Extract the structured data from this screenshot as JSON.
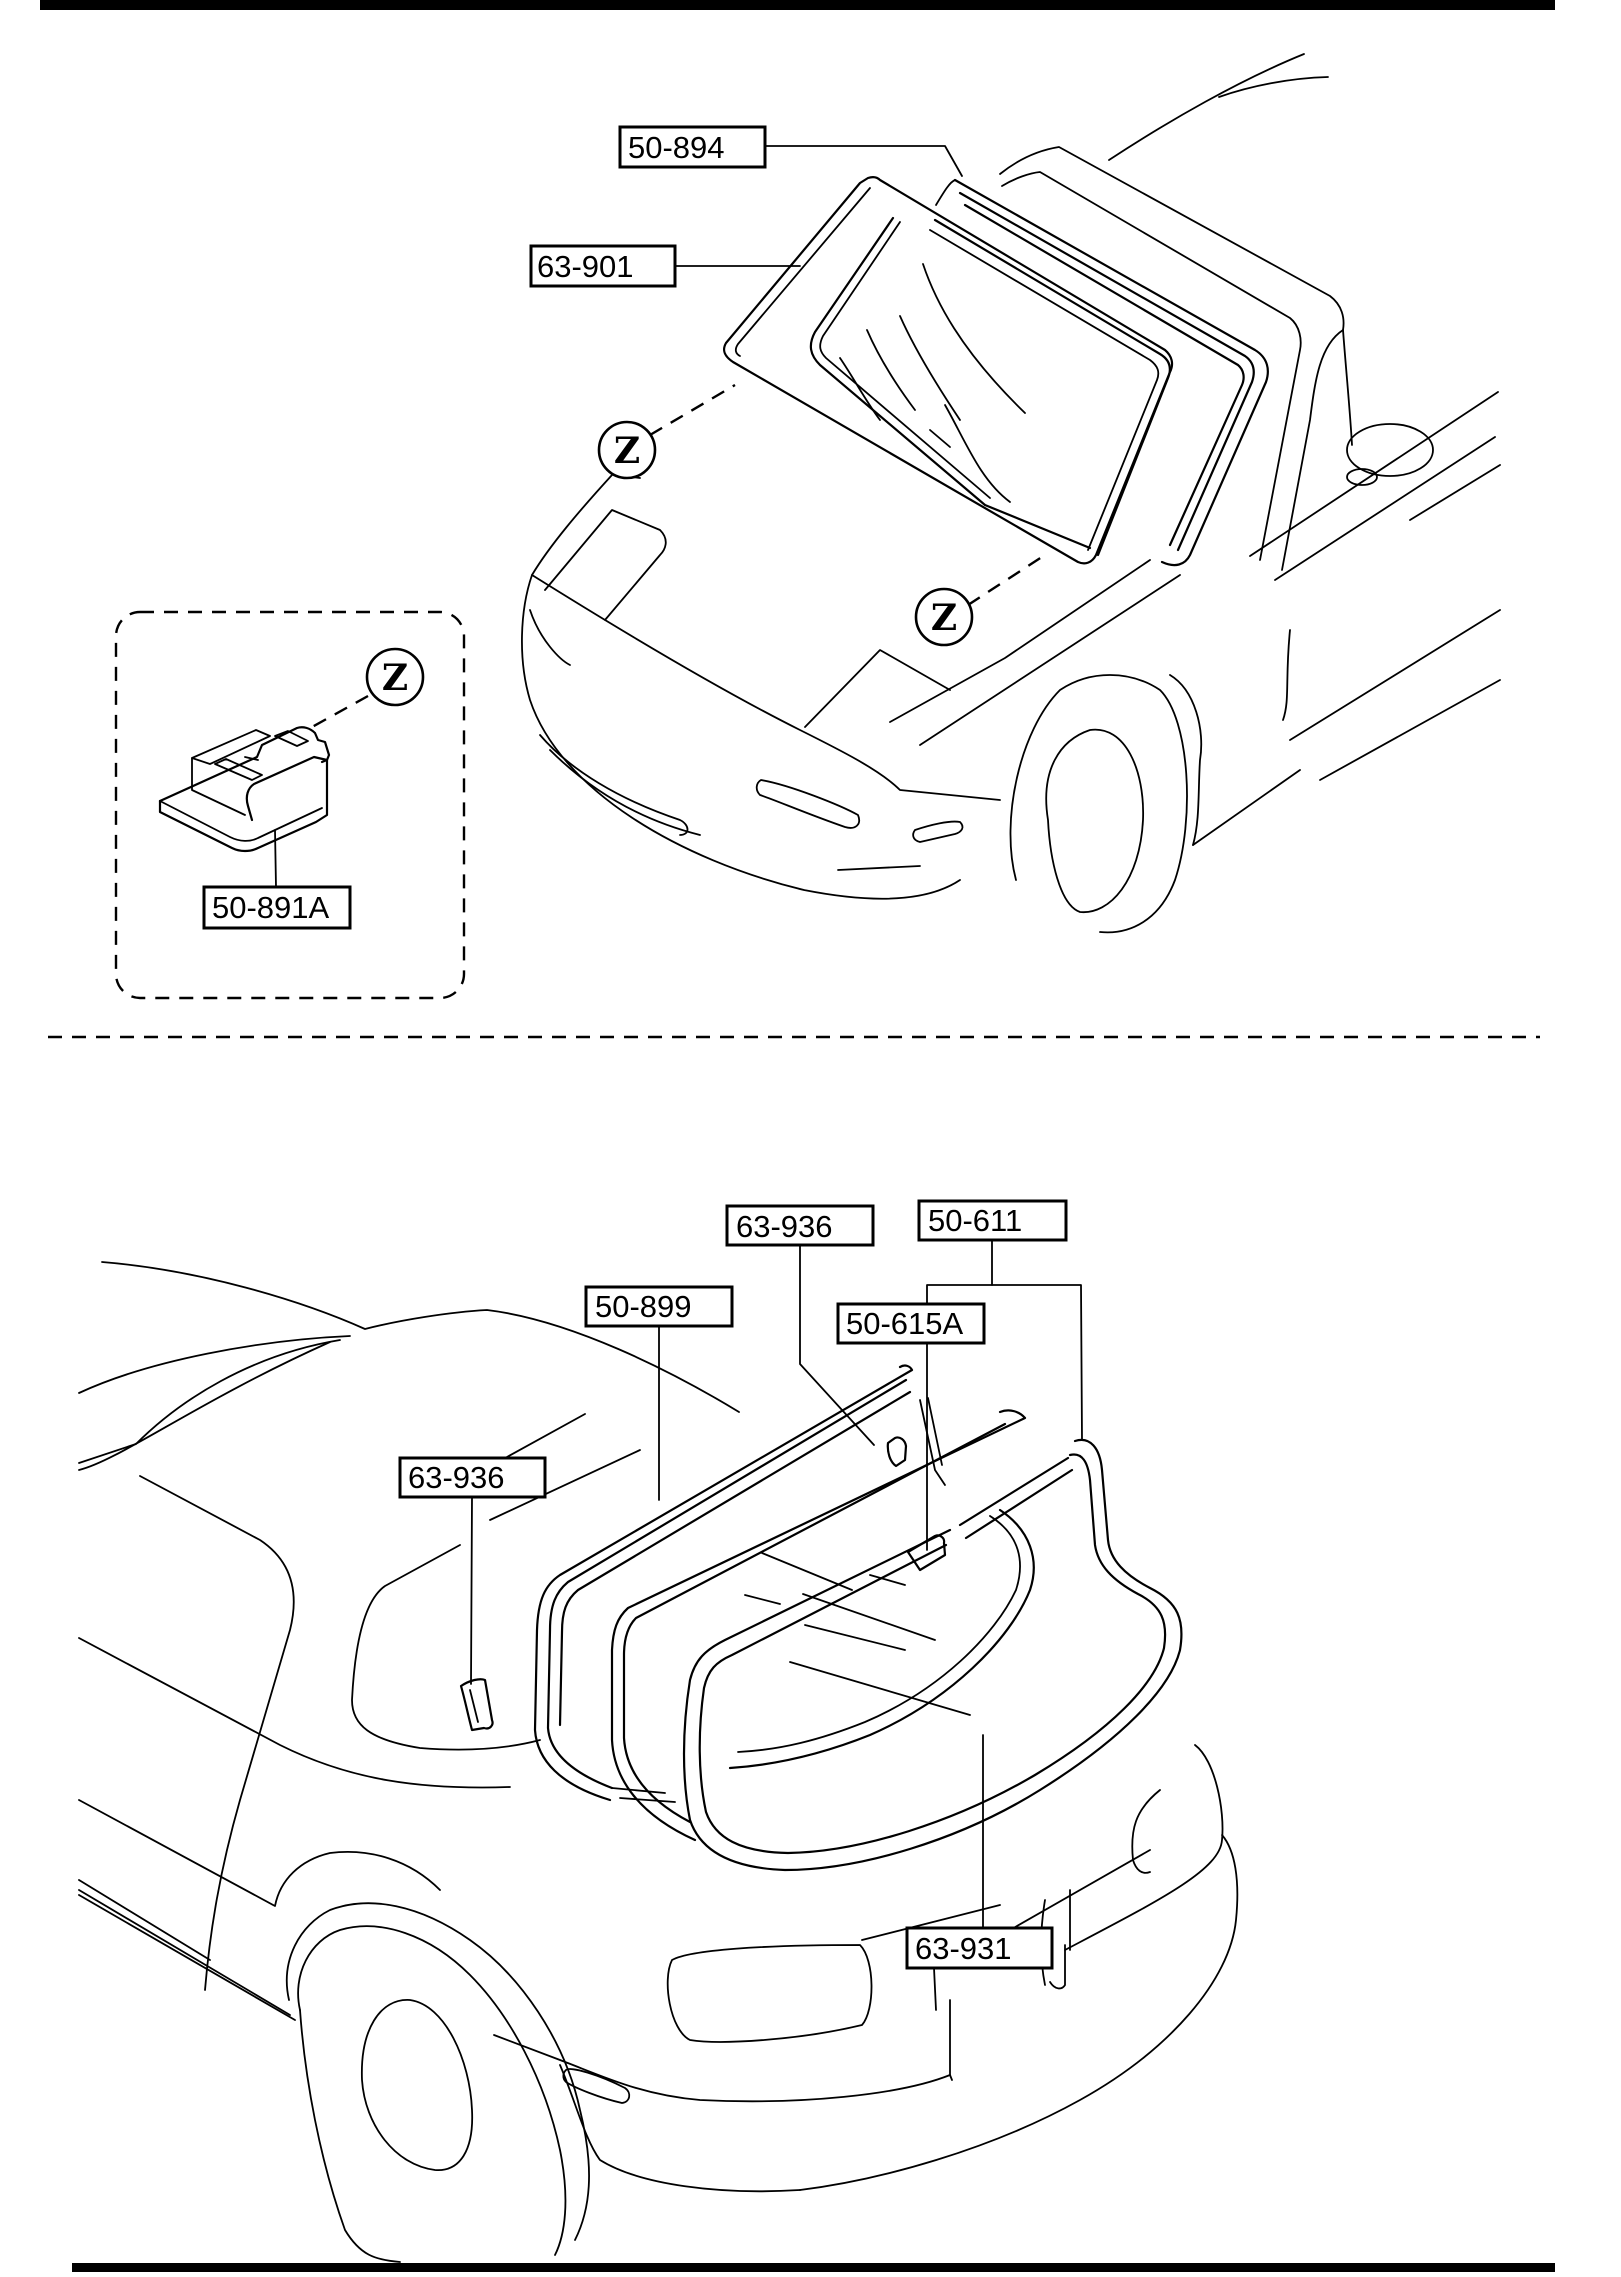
{
  "diagram": {
    "type": "parts-illustration",
    "sections": [
      {
        "name": "windshield",
        "callouts": [
          {
            "part": "50-894"
          },
          {
            "part": "63-901"
          },
          {
            "part": "50-891A"
          }
        ],
        "reference_marks": [
          "Z",
          "Z",
          "Z"
        ]
      },
      {
        "name": "rear-window",
        "callouts": [
          {
            "part": "63-936"
          },
          {
            "part": "50-611"
          },
          {
            "part": "50-899"
          },
          {
            "part": "50-615A"
          },
          {
            "part": "63-936"
          },
          {
            "part": "63-931"
          }
        ]
      }
    ]
  },
  "labels": {
    "l_50_894": "50-894",
    "l_63_901": "63-901",
    "l_50_891a": "50-891A",
    "l_63_936_top": "63-936",
    "l_50_611": "50-611",
    "l_50_899": "50-899",
    "l_50_615a": "50-615A",
    "l_63_936_left": "63-936",
    "l_63_931": "63-931",
    "z_mark": "Z"
  },
  "colors": {
    "ink": "#000000",
    "paper": "#ffffff"
  }
}
